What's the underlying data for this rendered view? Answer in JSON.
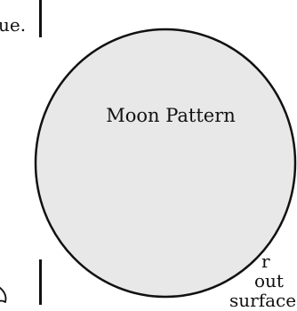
{
  "moon": {
    "label": "Moon Pattern",
    "fill_color": "#e8e8e8",
    "stroke_color": "#111111"
  },
  "fragments": {
    "top_left": "ue.",
    "right_1": "r",
    "right_2": "out",
    "right_3": "surface"
  }
}
